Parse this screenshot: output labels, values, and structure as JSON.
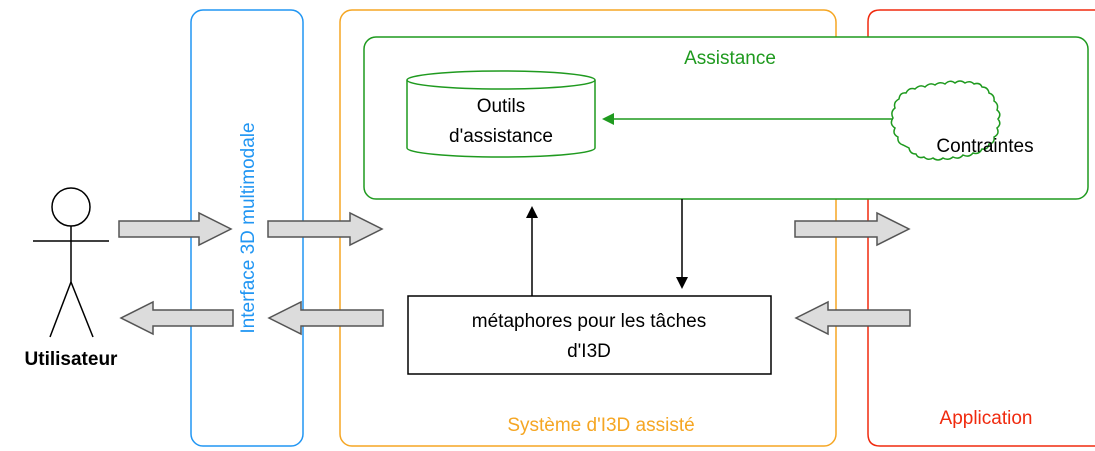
{
  "diagram": {
    "actor_label": "Utilisateur",
    "interface_label": "Interface 3D multimodale",
    "system_label": "Système d'I3D assisté",
    "assistance_label": "Assistance",
    "tools_label_line1": "Outils",
    "tools_label_line2": "d'assistance",
    "constraints_label": "Contraintes",
    "metaphors_label_line1": "métaphores pour les tâches",
    "metaphors_label_line2": "d'I3D",
    "application_label": "Application"
  },
  "colors": {
    "interface": "#2196f3",
    "system": "#f5a623",
    "assistance": "#1f9a1f",
    "application": "#f02a0e",
    "arrow_fill": "#dcdcdc",
    "arrow_stroke": "#555555"
  }
}
